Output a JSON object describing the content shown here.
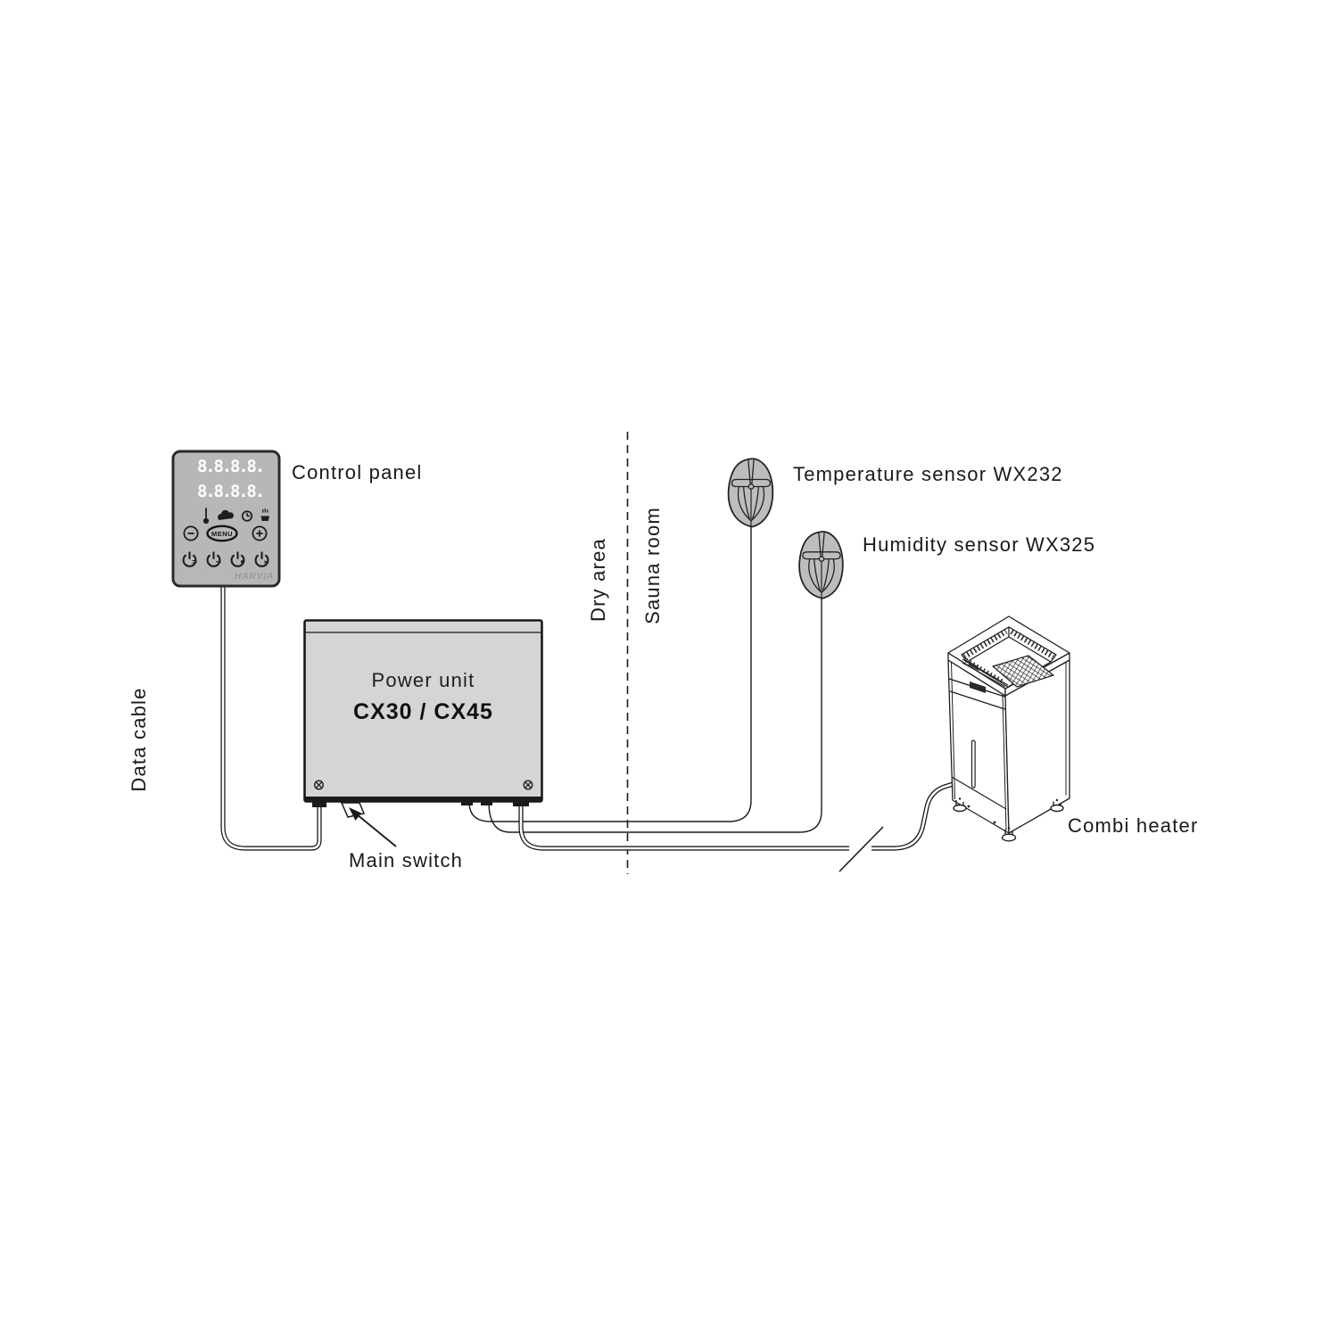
{
  "diagram": {
    "control_panel": {
      "label": "Control panel",
      "display_row1": "8.8.8.8.",
      "display_row2": "8.8.8.8.",
      "menu_button": "MENU",
      "brand": "HARVIA",
      "body_color": "#b7b7b7",
      "icons": [
        "thermometer-icon",
        "steam-cloud-icon",
        "clock-icon",
        "steamer-icon",
        "minus-icon",
        "plus-icon",
        "heater-power-icon",
        "steamer-power-icon",
        "light-power-icon",
        "fan-power-icon"
      ]
    },
    "power_unit": {
      "label": "Power unit",
      "model": "CX30 / CX45",
      "main_switch_label": "Main switch",
      "body_color": "#d5d5d5"
    },
    "cables": {
      "data_cable_label": "Data cable"
    },
    "areas": {
      "dry": "Dry area",
      "sauna": "Sauna room"
    },
    "sensors": [
      {
        "label": "Temperature sensor WX232"
      },
      {
        "label": "Humidity sensor WX325"
      }
    ],
    "heater": {
      "label": "Combi heater"
    },
    "colors": {
      "background": "#ffffff",
      "line": "#1a1a1a",
      "panel_gray": "#b7b7b7",
      "unit_gray": "#d5d5d5",
      "sensor_gray": "#bdbdbd",
      "brand_gray": "#9a9a9a"
    }
  }
}
